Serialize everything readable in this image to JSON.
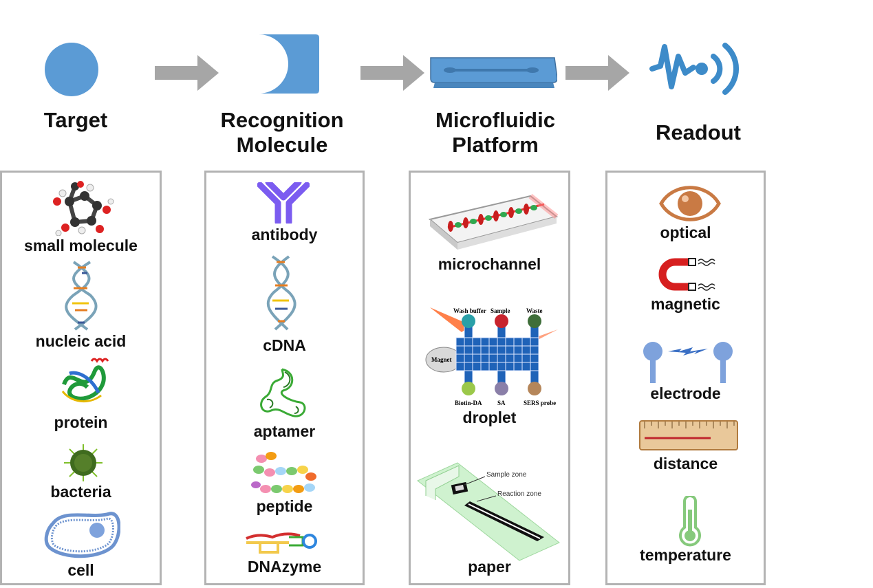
{
  "headers": {
    "target": "Target",
    "recognition_line1": "Recognition",
    "recognition_line2": "Molecule",
    "platform_line1": "Microfluidic",
    "platform_line2": "Platform",
    "readout": "Readout"
  },
  "targets": [
    "small molecule",
    "nucleic acid",
    "protein",
    "bacteria",
    "cell"
  ],
  "recognition": [
    "antibody",
    "cDNA",
    "aptamer",
    "peptide",
    "DNAzyme"
  ],
  "platforms": [
    "microchannel",
    "droplet",
    "paper"
  ],
  "readouts": [
    "optical",
    "magnetic",
    "electrode",
    "distance",
    "temperature"
  ],
  "droplet_labels": {
    "wash": "Wash buffer",
    "sample": "Sample",
    "waste": "Waste",
    "magnet": "Magnet",
    "biotin": "Biotin-DA",
    "sa": "SA",
    "sers": "SERS probe"
  },
  "paper_labels": {
    "sample_zone": "Sample zone",
    "reaction_zone": "Reaction zone"
  },
  "colors": {
    "accent_blue": "#5b9bd5",
    "arrow_gray": "#a6a6a6",
    "border_gray": "#b3b3b3"
  }
}
